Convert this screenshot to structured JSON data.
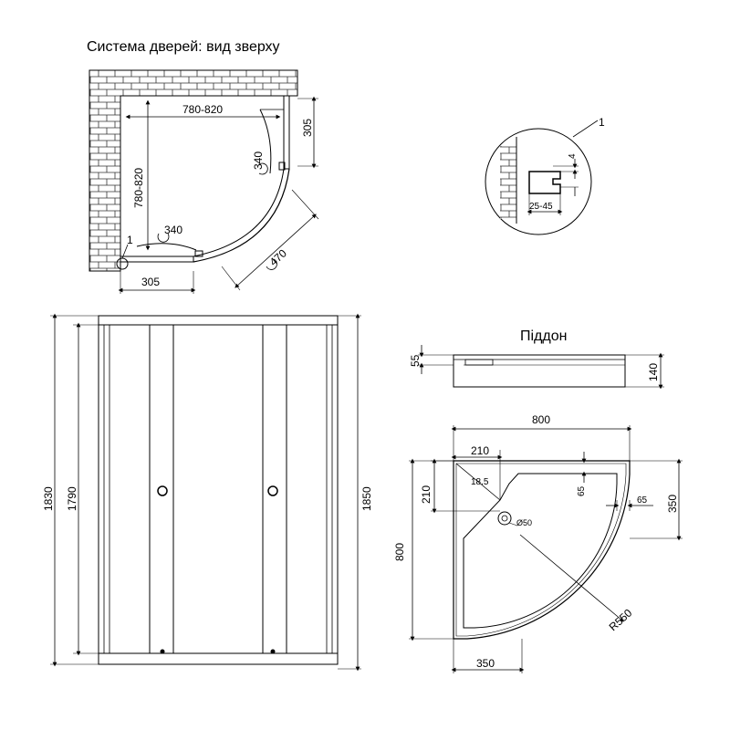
{
  "titles": {
    "top_view": "Система дверей: вид зверху",
    "tray": "Піддон"
  },
  "top_view": {
    "width": "780-820",
    "depth": "780-820",
    "side_305_right": "305",
    "side_305_bottom": "305",
    "door_340_right": "340",
    "door_340_bottom": "340",
    "diag_470": "470",
    "callout_1": "1"
  },
  "detail": {
    "callout_1": "1",
    "gap_4": "4",
    "range": "25-45"
  },
  "front": {
    "h_1830": "1830",
    "h_1790": "1790",
    "h_1850": "1850"
  },
  "tray_side": {
    "h_55": "55",
    "h_140": "140"
  },
  "tray_top": {
    "w_800": "800",
    "d_800": "800",
    "corner_210_w": "210",
    "corner_210_h": "210",
    "angle_18_5": "18.5",
    "drain_50": "Ø50",
    "rim_65_v": "65",
    "rim_65_h": "65",
    "r_350": "350",
    "b_350": "350",
    "radius": "R550"
  },
  "colors": {
    "line": "#000000",
    "brick": "#333333"
  }
}
